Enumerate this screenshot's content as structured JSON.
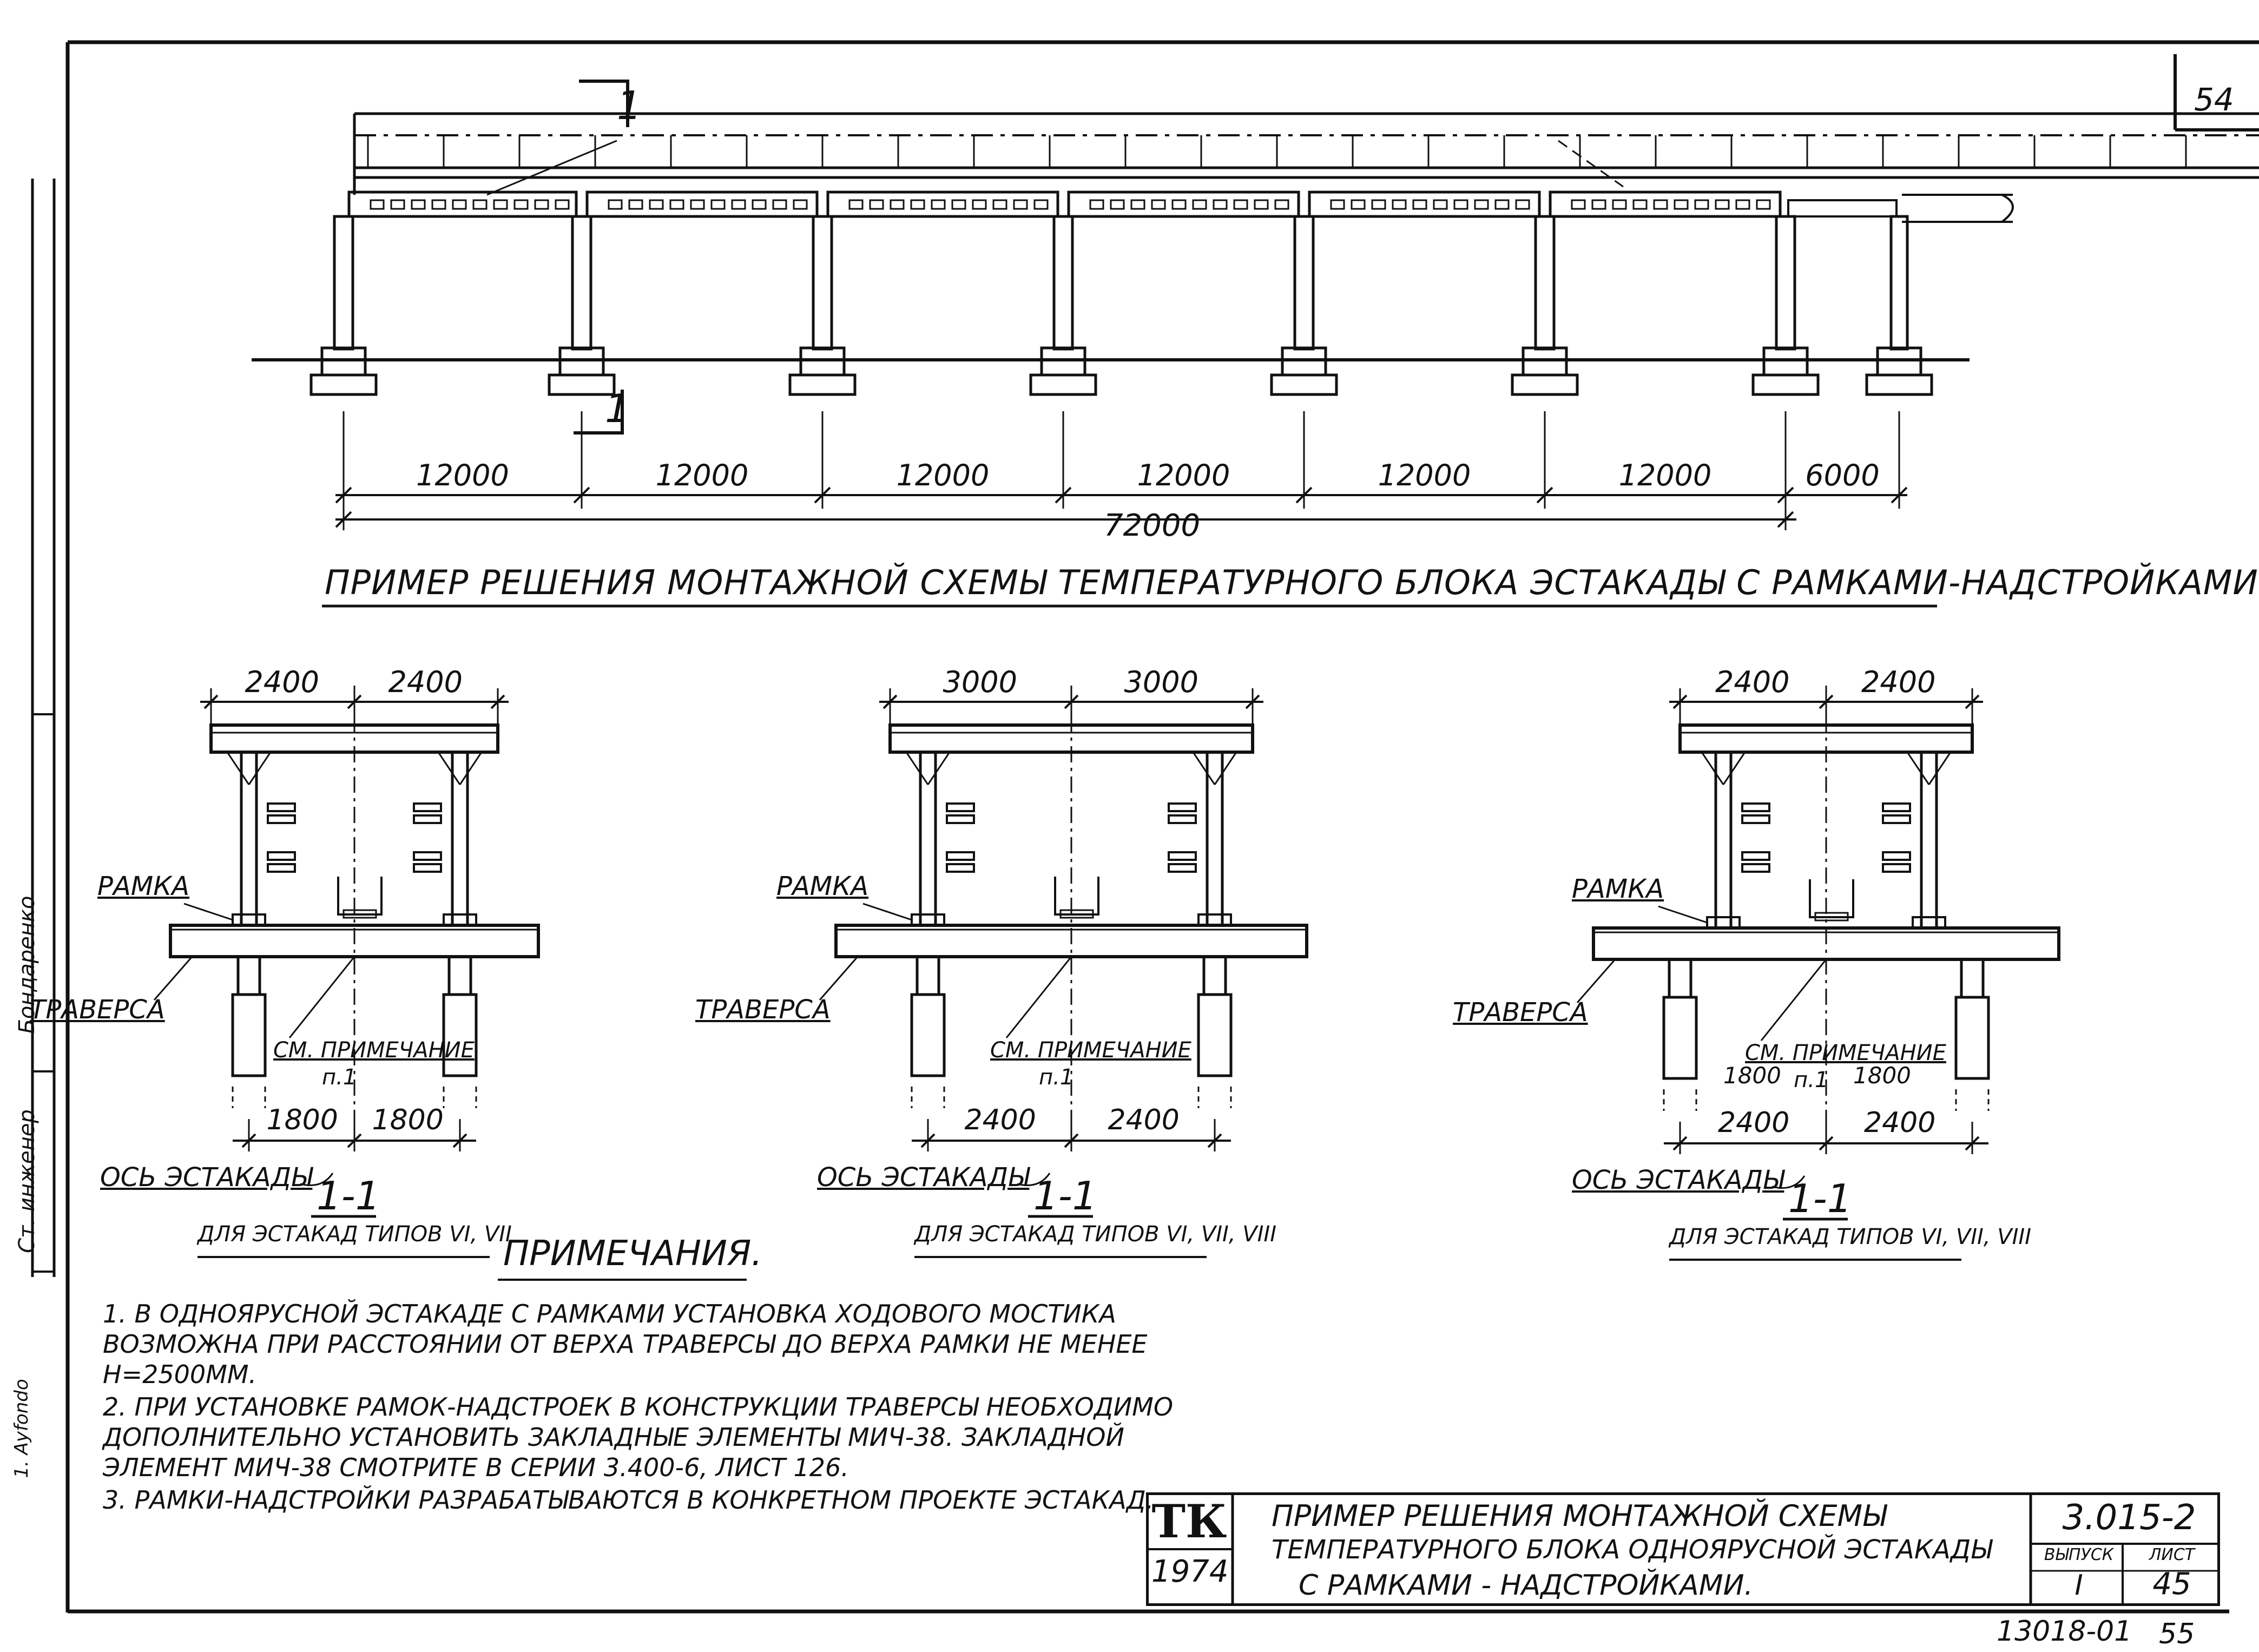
{
  "page_number": "54",
  "side_strip": {
    "label_1": "Ст. инженер",
    "label_2": "Бондаренко",
    "label_3": "1. Ayfondo"
  },
  "elevation": {
    "section_mark_top": "1",
    "section_mark_bottom": "1",
    "spans": [
      "12000",
      "12000",
      "12000",
      "12000",
      "12000",
      "12000",
      "6000"
    ],
    "total": "72000",
    "title": "Пример решения монтажной схемы температурного блока эстакады с рамками-надстройками"
  },
  "sections": [
    {
      "top_dims": [
        "2400",
        "2400"
      ],
      "bottom_dims": [
        "1800",
        "1800"
      ],
      "label_frame": "Рамка",
      "label_traverse": "Траверса",
      "label_note": "См. примечание",
      "label_note_item": "п.1",
      "label_axis": "Ось эстакады",
      "section_label": "1-1",
      "caption": "для эстакад типов VI, VII"
    },
    {
      "top_dims": [
        "3000",
        "3000"
      ],
      "bottom_dims": [
        "2400",
        "2400"
      ],
      "label_frame": "Рамка",
      "label_traverse": "Траверса",
      "label_note": "См. примечание",
      "label_note_item": "п.1",
      "label_axis": "Ось эстакады",
      "section_label": "1-1",
      "caption": "для эстакад типов VI, VII, VIII"
    },
    {
      "top_dims": [
        "2400",
        "2400"
      ],
      "mid_dims": [
        "1800",
        "1800"
      ],
      "bottom_dims": [
        "2400",
        "2400"
      ],
      "label_frame": "Рамка",
      "label_traverse": "Траверса",
      "label_note": "См. примечание",
      "label_note_item": "п.1",
      "label_axis": "Ось эстакады",
      "section_label": "1-1",
      "caption": "для эстакад типов VI, VII, VIII"
    }
  ],
  "notes": {
    "title": "Примечания.",
    "items": [
      "1. В одноярусной эстакаде с рамками установка ходового мостика возможна при расстоянии от верха траверсы до верха рамки не менее H=2500мм.",
      "2. При установке рамок-надстроек в конструкции траверсы необходимо дополнительно установить закладные элементы МИЧ-38. Закладной элемент МИЧ-38 смотрите в серии 3.400-6, лист 126.",
      "3. Рамки-надстройки разрабатываются в конкретном проекте эстакад."
    ]
  },
  "title_block": {
    "org": "ТК",
    "year": "1974",
    "title_line1": "Пример решения монтажной схемы",
    "title_line2": "температурного блока одноярусной эстакады",
    "title_line3": "с рамками - надстройками.",
    "series": "3.015-2",
    "issue_label": "Выпуск",
    "issue_value": "I",
    "sheet_label": "Лист",
    "sheet_value": "45"
  },
  "footer": {
    "inventory": "13018-01",
    "page": "55"
  }
}
